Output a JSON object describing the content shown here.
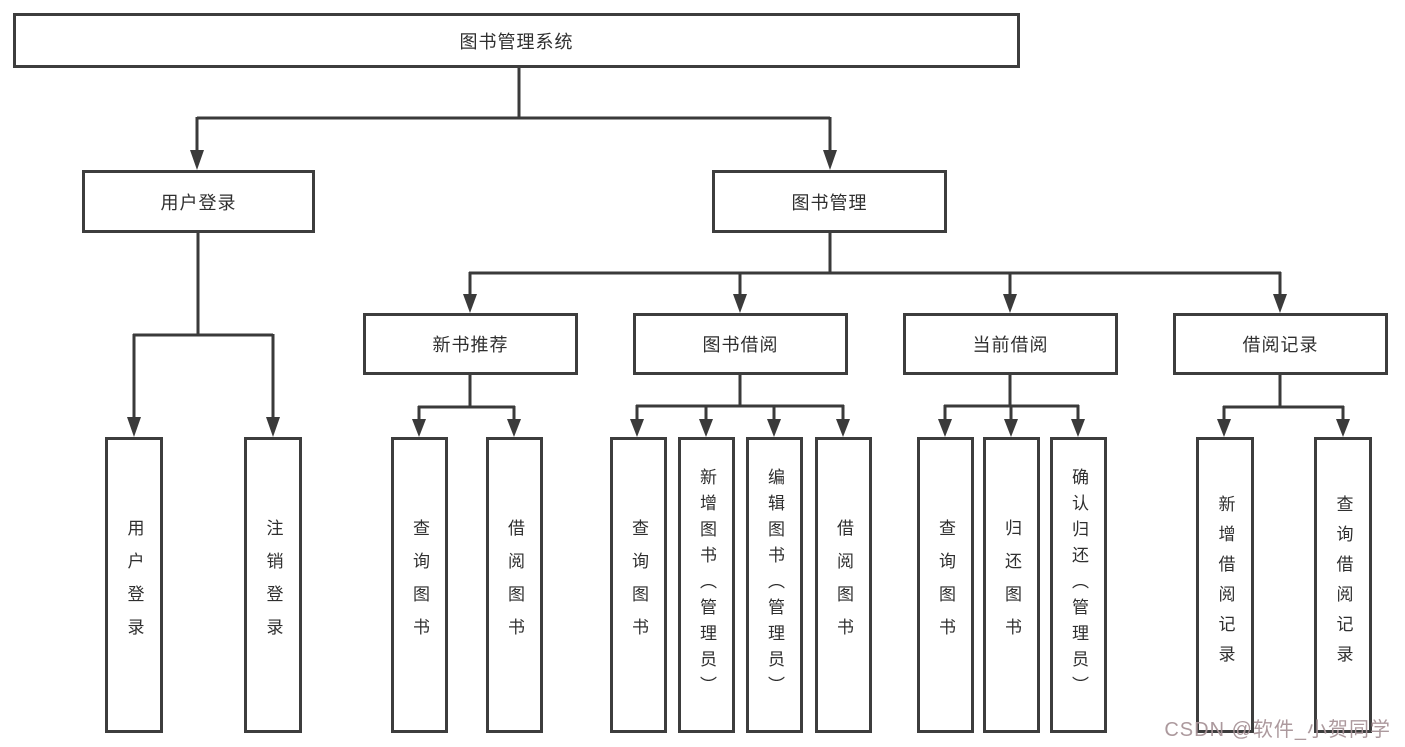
{
  "diagram": {
    "title": "图书管理系统",
    "root": {
      "label": "图书管理系统"
    },
    "level1": [
      {
        "id": "user-login",
        "label": "用户登录"
      },
      {
        "id": "book-management",
        "label": "图书管理"
      }
    ],
    "level2": [
      {
        "id": "new-book-recommend",
        "label": "新书推荐"
      },
      {
        "id": "book-borrowing",
        "label": "图书借阅"
      },
      {
        "id": "current-borrowing",
        "label": "当前借阅"
      },
      {
        "id": "borrowing-records",
        "label": "借阅记录"
      }
    ],
    "leaves": {
      "user_login": [
        "用户登录",
        "注销登录"
      ],
      "new_books": [
        "查询图书",
        "借阅图书"
      ],
      "book_borrow": [
        "查询图书",
        "新增图书（管理员）",
        "编辑图书（管理员）",
        "借阅图书"
      ],
      "current_borrow": [
        "查询图书",
        "归还图书",
        "确认归还（管理员）"
      ],
      "borrow_records": [
        "新增借阅记录",
        "查询借阅记录"
      ]
    },
    "watermark": "CSDN @软件_小贺同学",
    "colors": {
      "line": "#3a3a3a",
      "box_border": "#3d3d3d",
      "text": "#2f2f2f",
      "watermark": "#a89498",
      "background": "#ffffff"
    }
  }
}
